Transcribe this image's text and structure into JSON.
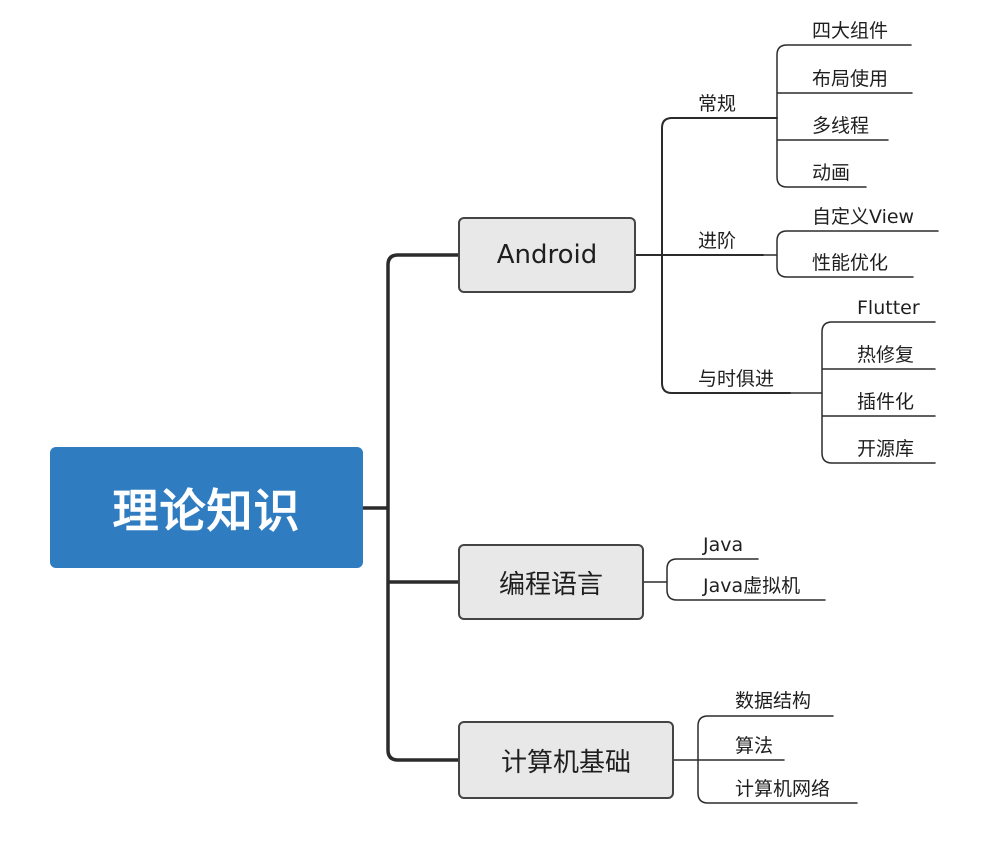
{
  "root": {
    "label": "理论知识"
  },
  "branches": [
    {
      "label": "Android",
      "groups": [
        {
          "label": "常规",
          "items": [
            "四大组件",
            "布局使用",
            "多线程",
            "动画"
          ]
        },
        {
          "label": "进阶",
          "items": [
            "自定义View",
            "性能优化"
          ]
        },
        {
          "label": "与时俱进",
          "items": [
            "Flutter",
            "热修复",
            "插件化",
            "开源库"
          ]
        }
      ]
    },
    {
      "label": "编程语言",
      "items": [
        "Java",
        "Java虚拟机"
      ]
    },
    {
      "label": "计算机基础",
      "items": [
        "数据结构",
        "算法",
        "计算机网络"
      ]
    }
  ]
}
